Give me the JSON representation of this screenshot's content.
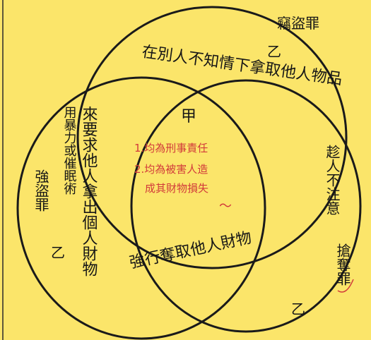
{
  "diagram": {
    "circle_top": {
      "title": "竊盜罪",
      "mark": "乙",
      "desc": "在別人不知情下拿取他人物品"
    },
    "circle_left": {
      "title": "強盜罪",
      "mark": "乙",
      "desc_line1": "用暴力或催眠術",
      "desc_line2": "來要求他人拿出個人財物"
    },
    "circle_right": {
      "title": "搶奪罪",
      "mark": "乙",
      "desc_line1": "趁人不注意",
      "desc_line2": "強行奪取他人財物"
    },
    "center": {
      "label": "甲",
      "line1": "1.均為刑事責任",
      "line2": "2.均為被害人造",
      "line3": "成其財物損失",
      "squiggle": "～"
    }
  }
}
